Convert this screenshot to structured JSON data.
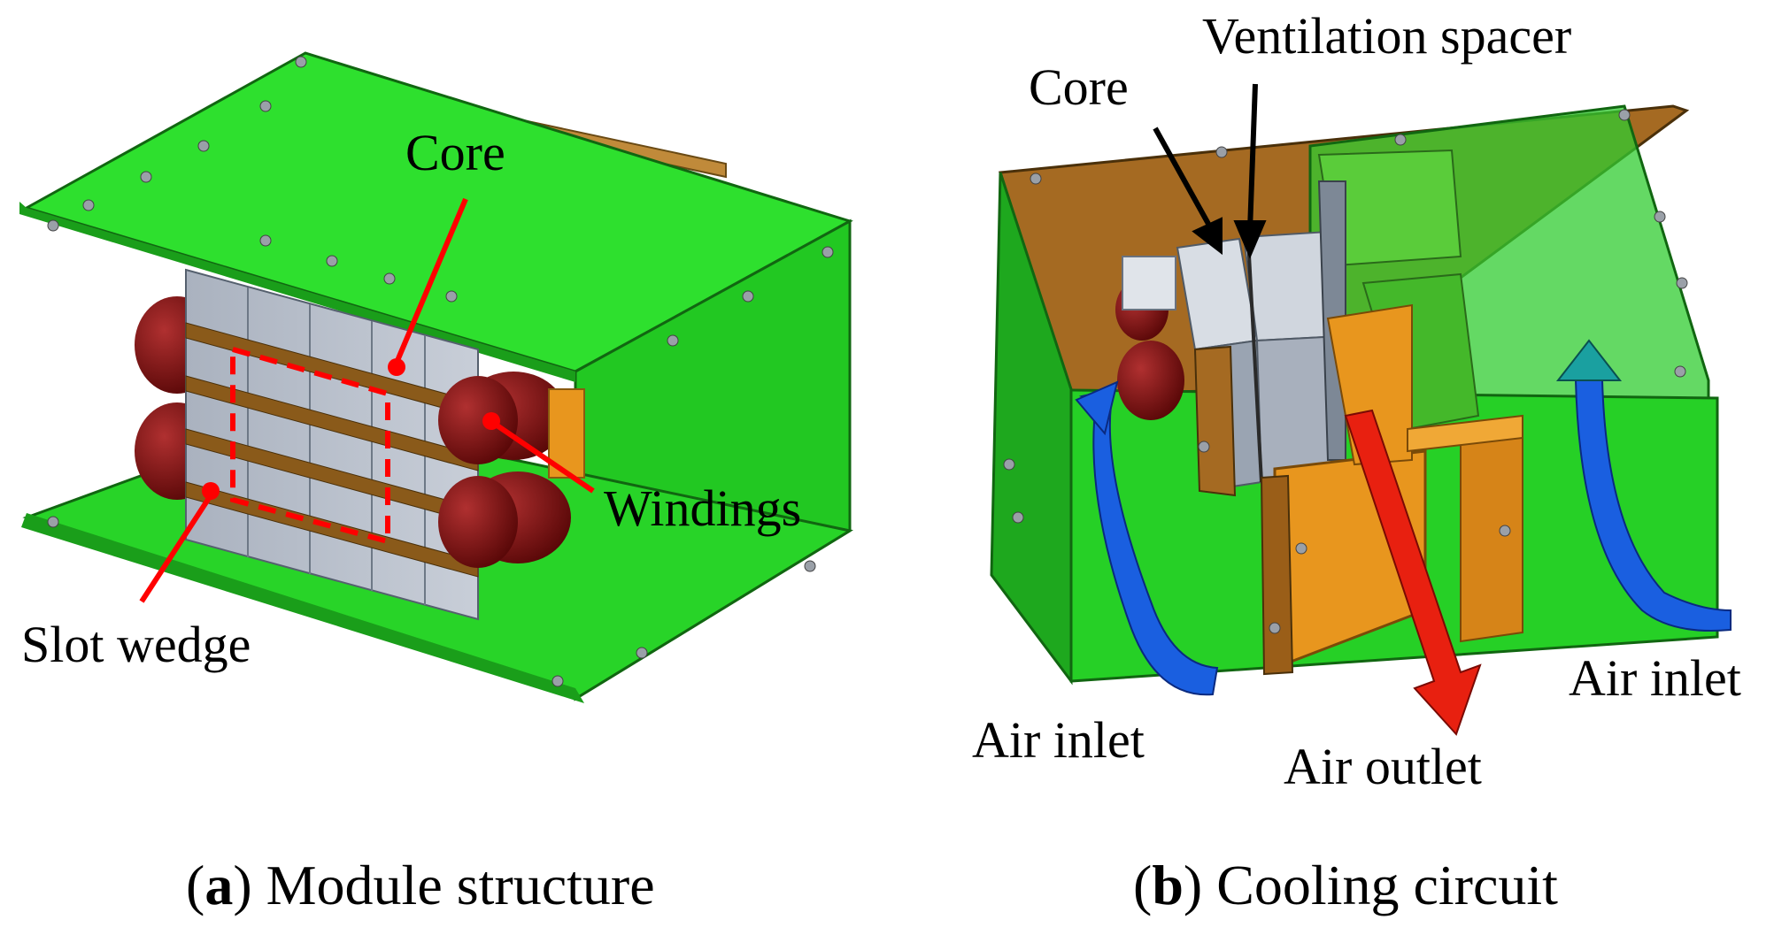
{
  "panel_a": {
    "labels": {
      "core": "Core",
      "windings": "Windings",
      "slot_wedge": "Slot wedge"
    },
    "caption": {
      "letter": "a",
      "text": "Module structure"
    }
  },
  "panel_b": {
    "labels": {
      "core": "Core",
      "ventilation_spacer": "Ventilation spacer",
      "air_inlet_left": "Air inlet",
      "air_inlet_right": "Air inlet",
      "air_outlet": "Air outlet"
    },
    "caption": {
      "letter": "b",
      "text": "Cooling circuit"
    }
  },
  "colors": {
    "enclosure_green": "#22dd22",
    "enclosure_dark_green": "#1a9e1a",
    "winding_red": "#7a1010",
    "core_gray": "#b8c0cc",
    "spacer_brown": "#9a6a1e",
    "duct_orange": "#e8961e",
    "callout_red": "#ff0000",
    "arrow_blue": "#1a5fe0",
    "arrow_red": "#e82010",
    "arrow_teal": "#1a9a9a"
  }
}
